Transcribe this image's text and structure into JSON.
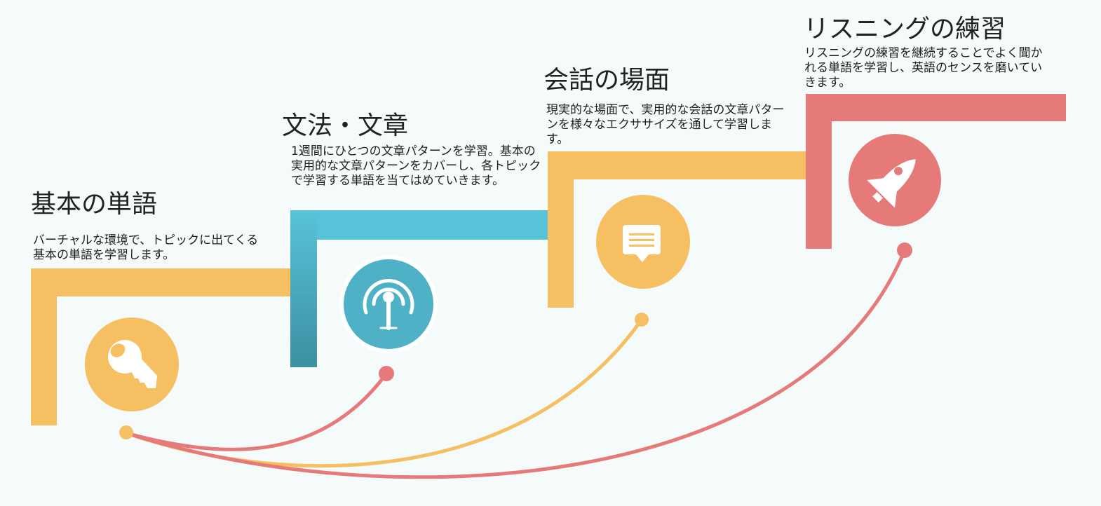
{
  "colors": {
    "yellow": "#f6bf61",
    "blue": "#58c3d8",
    "blue_dark": "#3f94a8",
    "red": "#e57a78",
    "background": "#f5fbfb"
  },
  "steps": [
    {
      "title": "基本の単語",
      "desc": "バーチャルな環境で、トピックに出てくる基本の単語を学習します。",
      "icon": "key-icon",
      "color": "yellow"
    },
    {
      "title": "文法・文章",
      "desc": "1週間にひとつの文章パターンを学習。基本の実用的な文章パターンをカバーし、各トピックで学習する単語を当てはめていきます。",
      "icon": "podcast-icon",
      "color": "blue"
    },
    {
      "title": "会話の場面",
      "desc": "現実的な場面で、実用的な会話の文章パターンを様々なエクササイズを通して学習します。",
      "icon": "chat-icon",
      "color": "yellow"
    },
    {
      "title": "リスニングの練習",
      "desc": "リスニングの練習を継続することでよく聞かれる単語を学習し、英語のセンスを磨いていきます。",
      "icon": "rocket-icon",
      "color": "red"
    }
  ]
}
